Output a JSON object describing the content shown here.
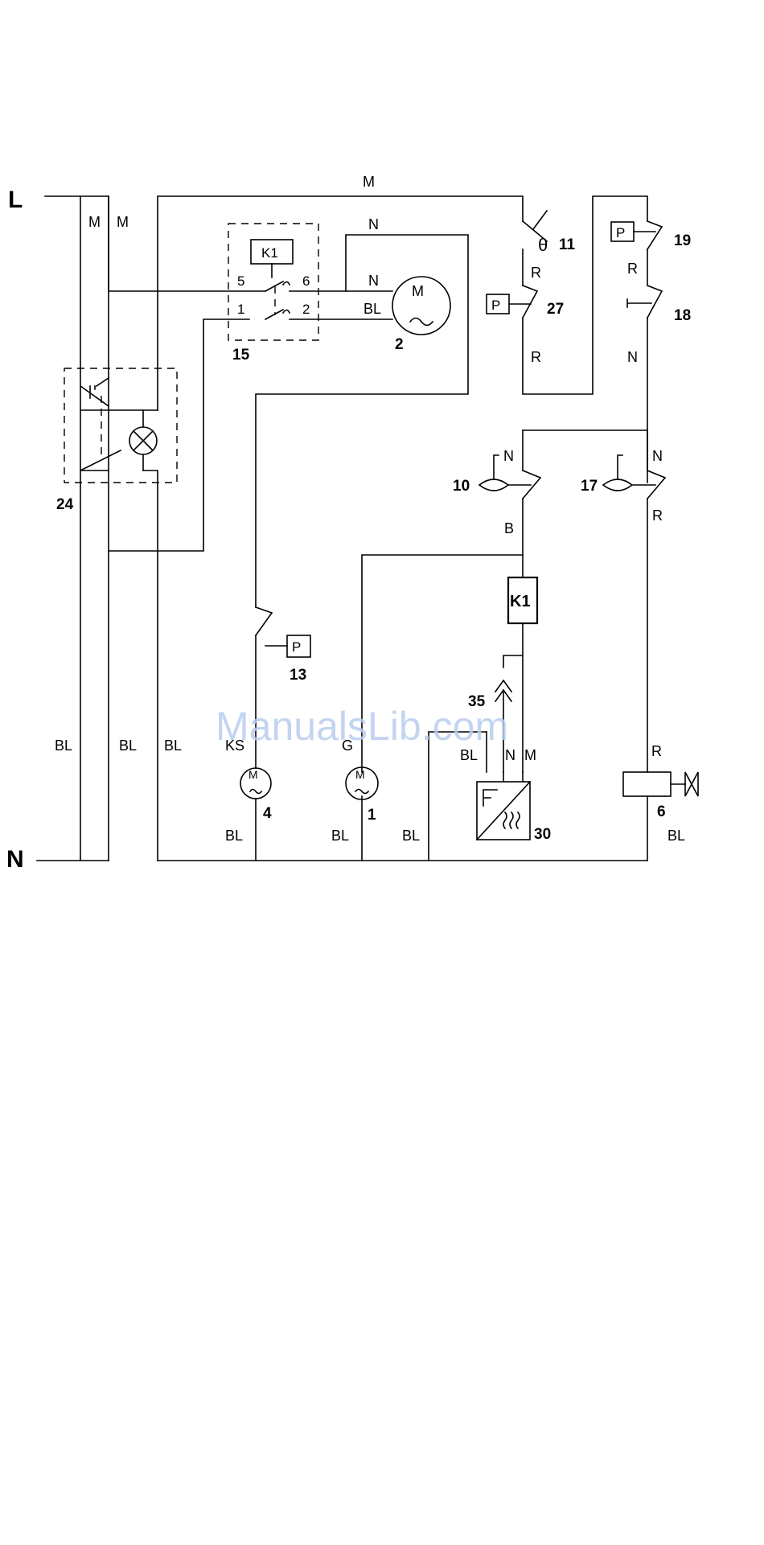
{
  "terminals": {
    "line": "L",
    "neutral": "N"
  },
  "wire_colors": {
    "m": "M",
    "n": "N",
    "bl": "BL",
    "r": "R",
    "b": "B",
    "g": "G",
    "ks": "KS"
  },
  "components": {
    "relay_label": "K1",
    "relay_box_label": "K1",
    "contact_5": "5",
    "contact_6": "6",
    "contact_1": "1",
    "contact_2": "2",
    "pressure_symbol": "P",
    "motor_symbol": "M",
    "theta_symbol": "θ"
  },
  "ids": {
    "n2": "2",
    "n15": "15",
    "n24": "24",
    "n11": "11",
    "n27": "27",
    "n19": "19",
    "n18": "18",
    "n10": "10",
    "n17": "17",
    "n13": "13",
    "n35": "35",
    "n4": "4",
    "n1": "1",
    "n30": "30",
    "n6": "6"
  },
  "watermark": "ManualsLib.com"
}
